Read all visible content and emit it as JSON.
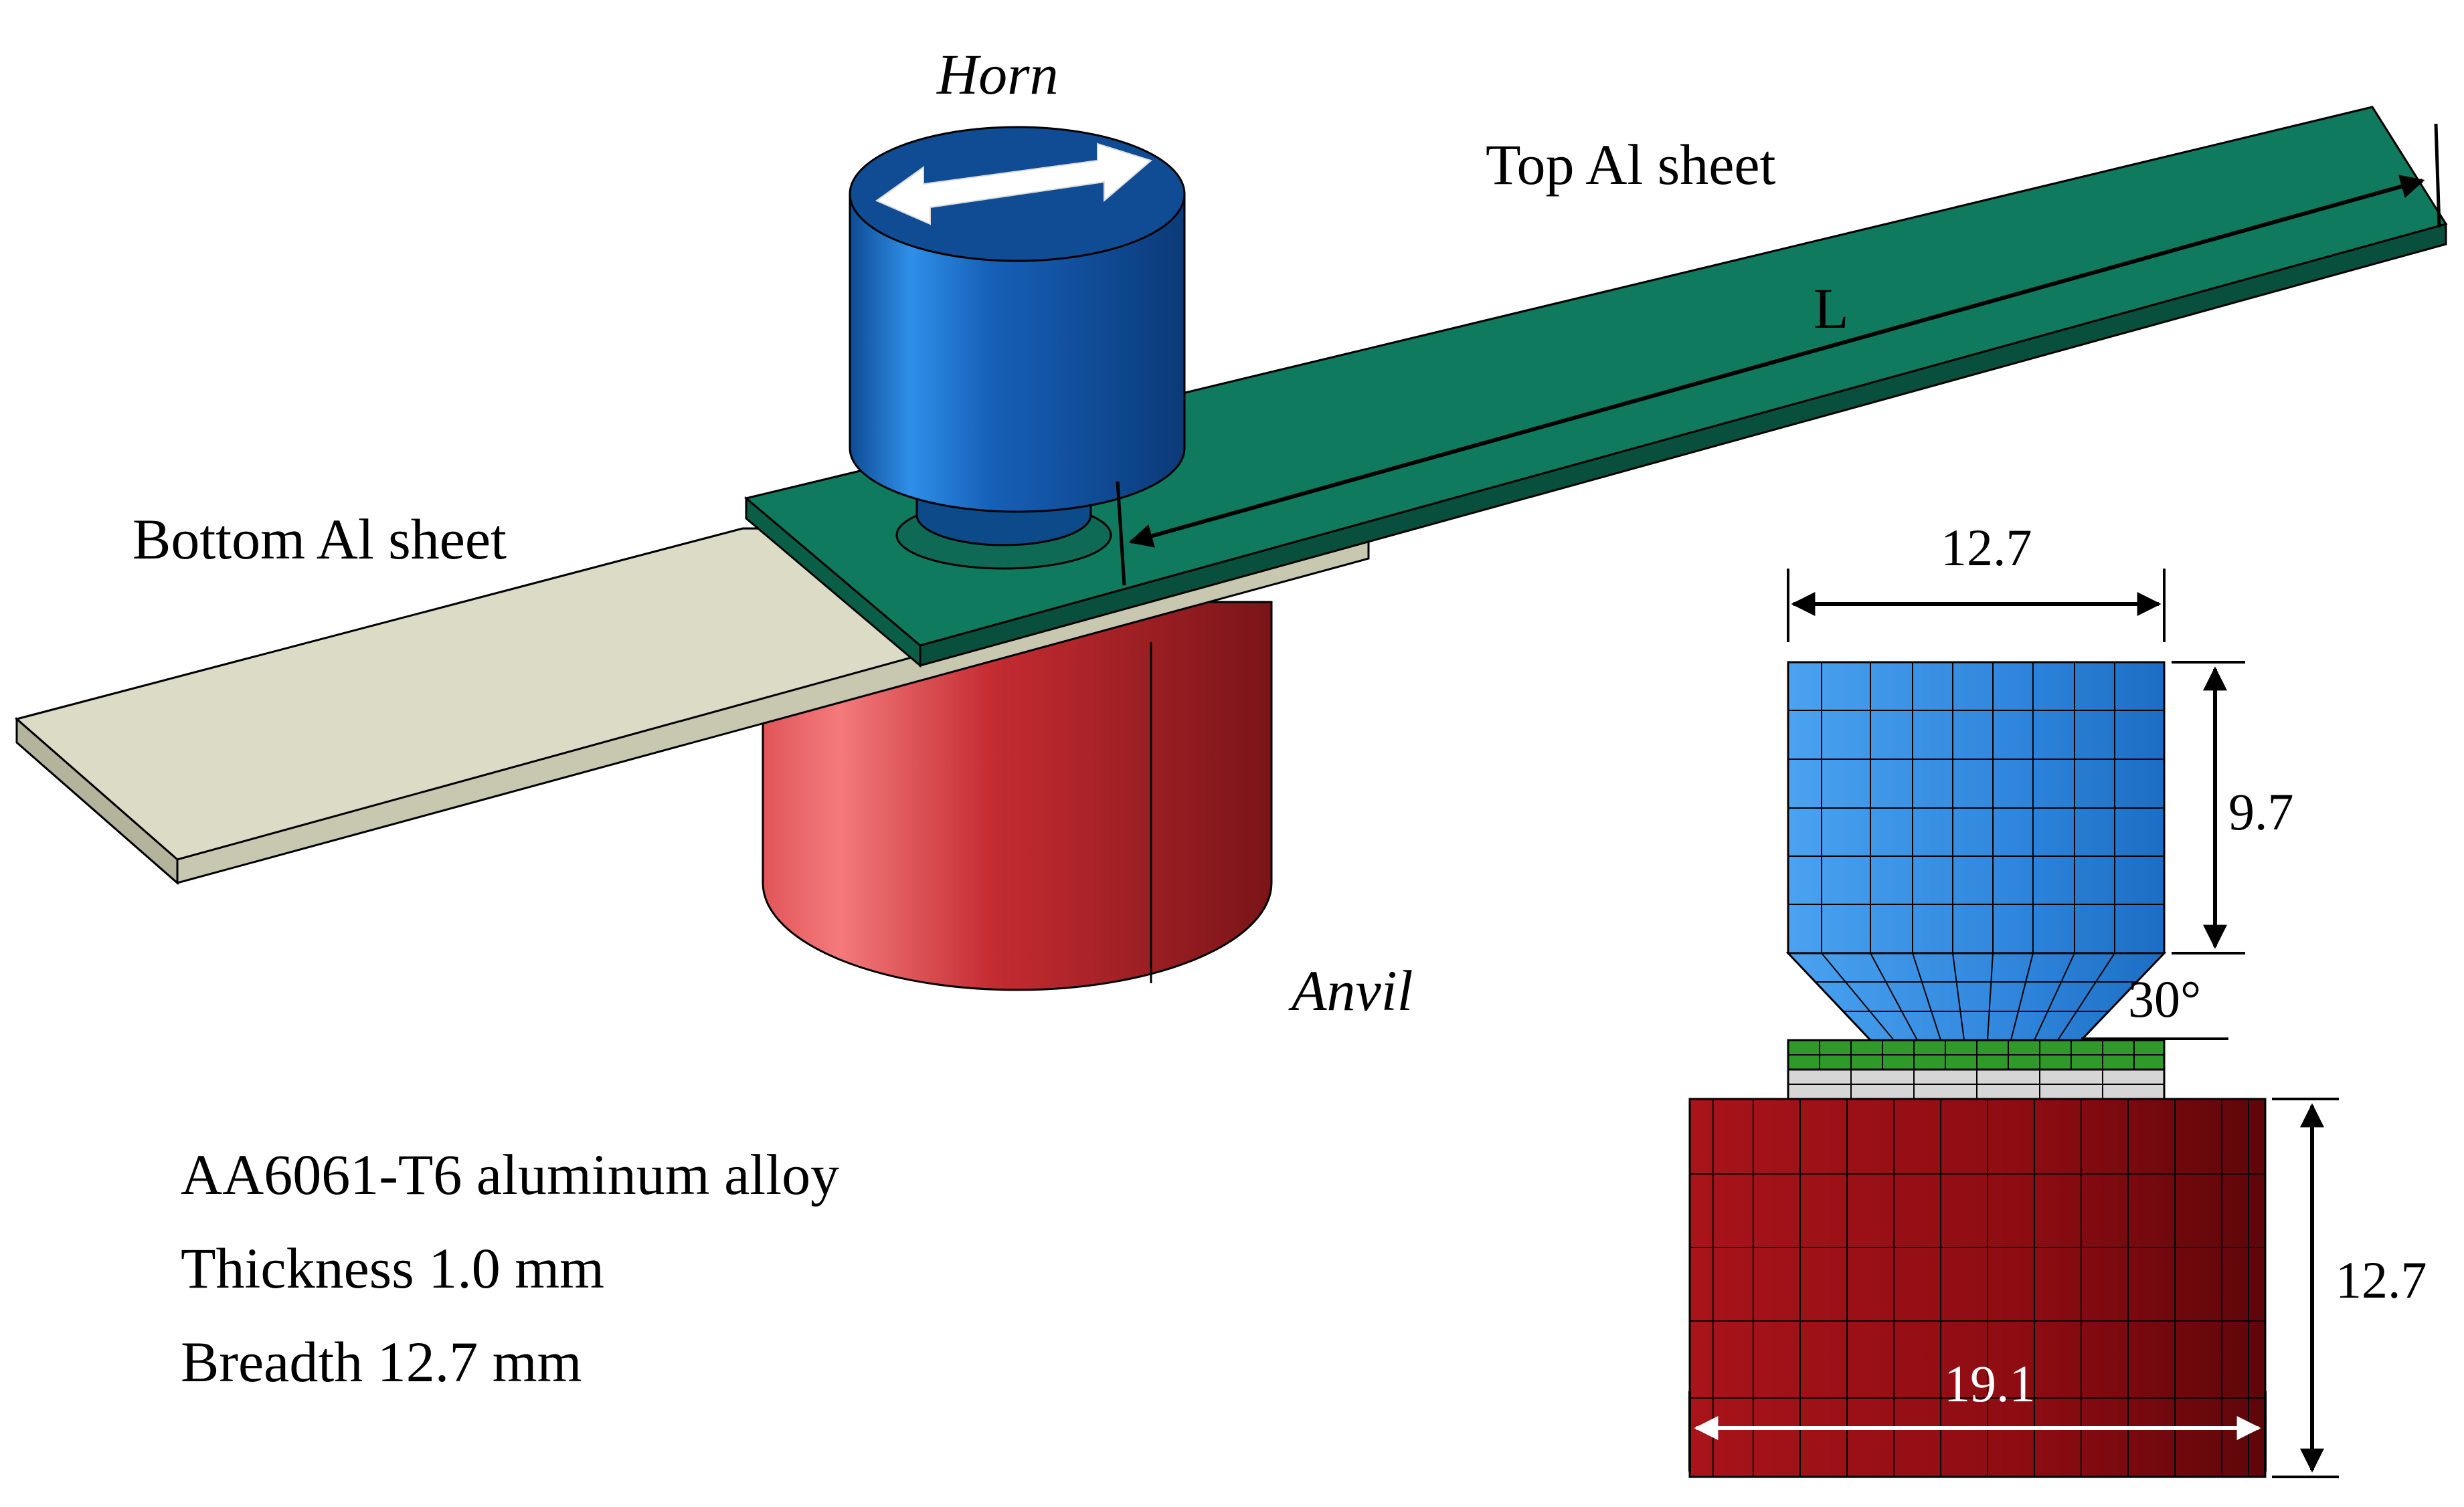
{
  "labels": {
    "horn": "Horn",
    "top_sheet": "Top Al sheet",
    "bottom_sheet": "Bottom Al sheet",
    "anvil": "Anvil",
    "length": "L"
  },
  "dimensions": {
    "horn_width": "12.7",
    "horn_height": "9.7",
    "tip_angle": "30°",
    "anvil_height": "12.7",
    "anvil_width": "19.1"
  },
  "notes": [
    "AA6061-T6 aluminum alloy",
    "Thickness 1.0 mm",
    "Breadth 12.7 mm"
  ],
  "colors": {
    "horn": "#1e5fa8",
    "horn_mesh": "#3a8fe0",
    "top_sheet": "#0f7a5e",
    "bottom_sheet": "#dcdcc6",
    "anvil": "#c9363a",
    "anvil_mesh": "#9b0e14"
  }
}
